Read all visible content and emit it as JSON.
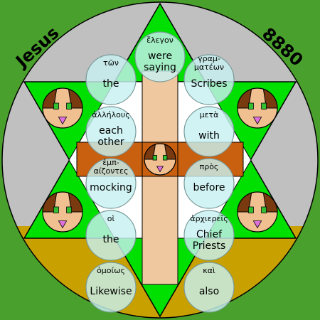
{
  "title_left": "Jesus",
  "title_right": "8880",
  "colors": {
    "background_top": "#c0c0c0",
    "background_bottom": "#c8a000",
    "ground": "#4aa02c",
    "star": "#00e000",
    "cross": "#c86010",
    "cross_center": "#f0c8a0",
    "circle_fill": "#c8f0f0",
    "circle_stroke": "#7a9a9a",
    "face_skin": "#f0c090",
    "face_hair": "#7a3a10",
    "face_eye": "#30c030",
    "face_mouth": "#e070e0"
  },
  "circles": [
    {
      "id": "c01",
      "greek": "ἔλεγον",
      "english": [
        "were",
        "saying"
      ]
    },
    {
      "id": "c02",
      "greek": "τῶν",
      "english": [
        "the"
      ]
    },
    {
      "id": "c03",
      "greek": "γραμ- ματέων",
      "english": [
        "Scribes"
      ]
    },
    {
      "id": "c04",
      "greek": "ἀλλήλους",
      "english": [
        "each",
        "other"
      ]
    },
    {
      "id": "c05",
      "greek": "μετὰ",
      "english": [
        "with"
      ]
    },
    {
      "id": "c06",
      "greek": "ἐμπ- αίζοντες",
      "english": [
        "mocking"
      ]
    },
    {
      "id": "c07",
      "greek": "πρὸς",
      "english": [
        "before"
      ]
    },
    {
      "id": "c08",
      "greek": "οἱ",
      "english": [
        "the"
      ]
    },
    {
      "id": "c09",
      "greek": "ἀρχιερεῖς",
      "english": [
        "Chief",
        "Priests"
      ]
    },
    {
      "id": "c10",
      "greek": "ὁμοίως",
      "english": [
        "Likewise"
      ]
    },
    {
      "id": "c11",
      "greek": "καὶ",
      "english": [
        "also"
      ]
    }
  ],
  "faces": [
    {
      "id": "face-upper-left",
      "icon": "face-icon"
    },
    {
      "id": "face-upper-right",
      "icon": "face-icon"
    },
    {
      "id": "face-lower-left",
      "icon": "face-icon"
    },
    {
      "id": "face-lower-right",
      "icon": "face-icon"
    },
    {
      "id": "face-center",
      "icon": "face-icon"
    }
  ]
}
